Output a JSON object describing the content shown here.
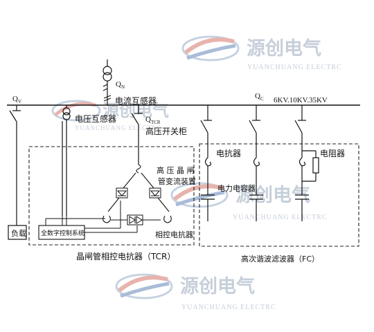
{
  "watermark": {
    "brand_cn": "源创电气",
    "brand_en": "YUANCHUANG ELECTRC",
    "colors": {
      "red": "#e8b3ad",
      "blue": "#a9bcd8",
      "text": "#c6cfda"
    }
  },
  "labels": {
    "qn": "Q",
    "qn_sub": "N",
    "qv": "Q",
    "qv_sub": "V",
    "qc": "Q",
    "qc_sub": "C",
    "qtcr": "Q",
    "qtcr_sub": "TCR",
    "voltage": "6KV.10KV.35KV",
    "ct": "电流互感器",
    "pt": "电压互感器",
    "hv_cabinet": "高压开关柜",
    "thyristor_line1": "高 压 晶 闸",
    "thyristor_line2": "管变流装置",
    "phase_reactor": "相控电抗器",
    "load": "负载",
    "control": "全数字控制系统",
    "tcr_title": "晶闸管相控电抗器（TCR）",
    "reactor": "电抗器",
    "capacitor": "电力电容器",
    "resistor": "电阻器",
    "fc_title": "高次谐波滤波器（FC）"
  }
}
